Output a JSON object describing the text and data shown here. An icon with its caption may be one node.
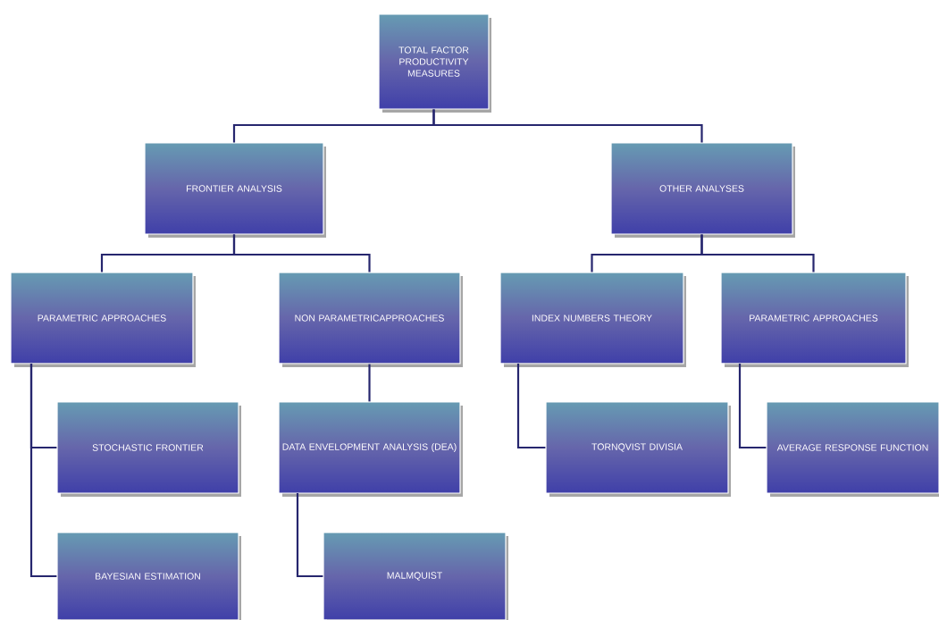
{
  "diagram": {
    "nodes": [
      {
        "text": [
          "TOTAL FACTOR PRODUCTIVITY MEASURES"
        ]
      },
      {
        "text": [
          "FRONTIER ANALYSIS"
        ]
      },
      {
        "text": [
          "OTHER ANALYSES"
        ]
      },
      {
        "text": [
          "PARAMETRIC APPROACHES"
        ]
      },
      {
        "text": [
          "NON PARAMETRICAPPROACHES"
        ]
      },
      {
        "text": [
          "INDEX NUMBERS THEORY"
        ]
      },
      {
        "text": [
          "PARAMETRIC APPROACHES"
        ]
      },
      {
        "text": [
          "STOCHASTIC FRONTIER"
        ]
      },
      {
        "text": [
          "BAYESIAN ESTIMATION"
        ]
      },
      {
        "text": [
          "DATA ENVELOPMENT ANALYSIS (DEA)"
        ]
      },
      {
        "text": [
          "MALMQUIST"
        ]
      },
      {
        "text": [
          "TORNQVIST DIVISIA"
        ]
      },
      {
        "text": [
          "AVERAGE RESPONSE FUNCTION"
        ]
      }
    ],
    "edges": [
      {
        "from": 0,
        "to": 1,
        "arrow": "none"
      },
      {
        "from": 0,
        "to": 2,
        "arrow": "none"
      },
      {
        "from": 1,
        "to": 3,
        "arrow": "none"
      },
      {
        "from": 1,
        "to": 4,
        "arrow": "none"
      },
      {
        "from": 2,
        "to": 5,
        "arrow": "none"
      },
      {
        "from": 2,
        "to": 6,
        "arrow": "none"
      },
      {
        "from": 3,
        "to": 7,
        "arrow": "none"
      },
      {
        "from": 3,
        "to": 8,
        "arrow": "none"
      },
      {
        "from": 4,
        "to": 9,
        "arrow": "none"
      },
      {
        "from": 9,
        "to": 10,
        "arrow": "none"
      },
      {
        "from": 5,
        "to": 11,
        "arrow": "none"
      },
      {
        "from": 6,
        "to": 12,
        "arrow": "none"
      }
    ]
  }
}
